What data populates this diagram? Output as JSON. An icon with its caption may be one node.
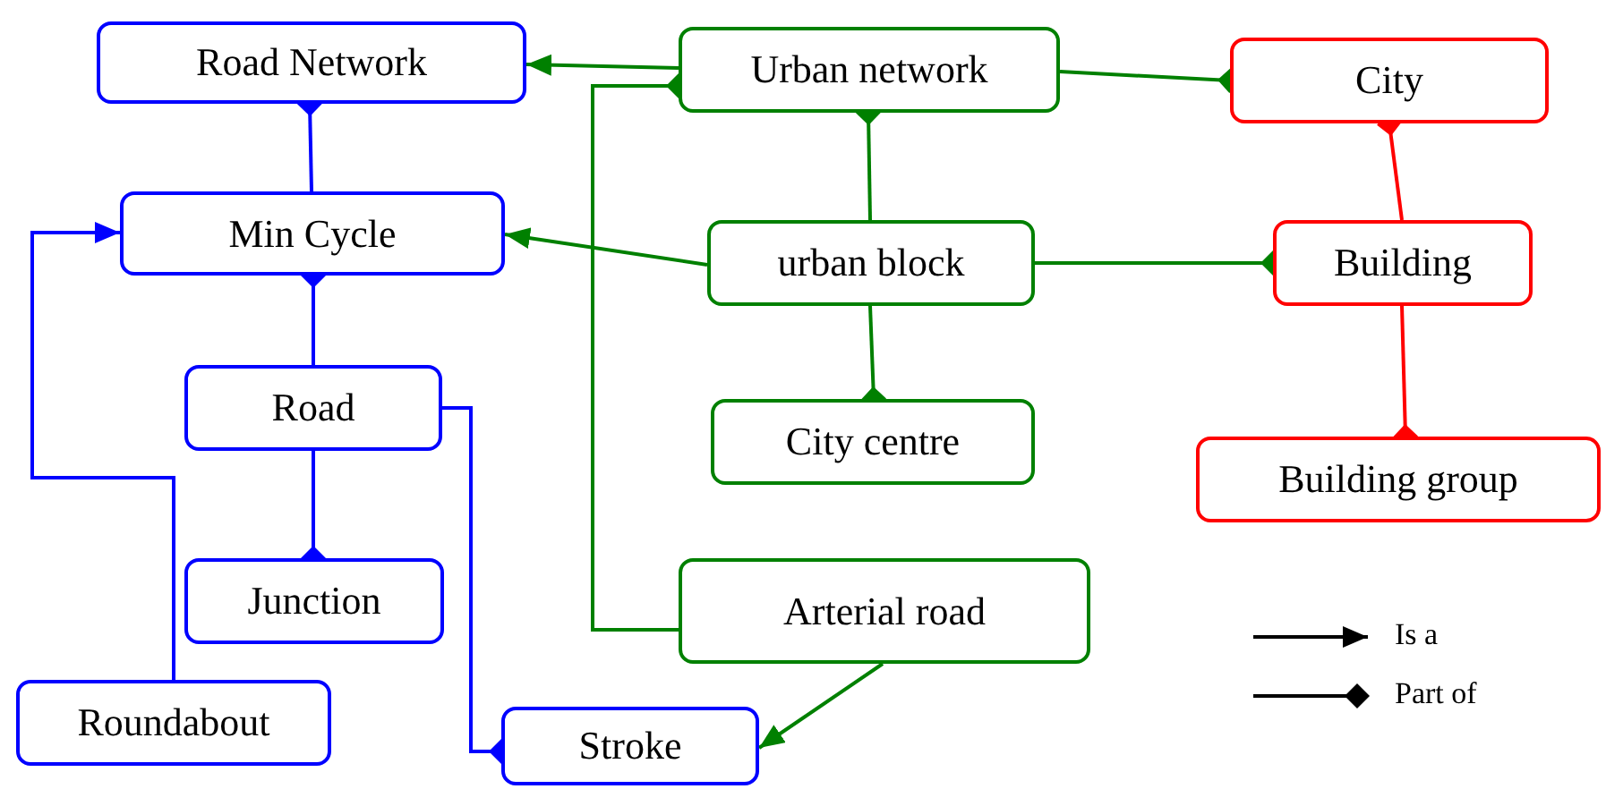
{
  "diagram": {
    "nodes": [
      {
        "text": [
          "Road Network"
        ]
      },
      {
        "text": [
          "Urban network"
        ]
      },
      {
        "text": [
          "City"
        ]
      },
      {
        "text": [
          "Min Cycle"
        ]
      },
      {
        "text": [
          "urban block"
        ]
      },
      {
        "text": [
          "Building"
        ]
      },
      {
        "text": [
          "Road"
        ]
      },
      {
        "text": [
          "City centre"
        ]
      },
      {
        "text": [
          "Building group"
        ]
      },
      {
        "text": [
          "Junction"
        ]
      },
      {
        "text": [
          "Arterial road"
        ]
      },
      {
        "text": [
          "Roundabout"
        ]
      },
      {
        "text": [
          "Stroke"
        ]
      }
    ],
    "edges": [
      {
        "from": 1,
        "to": 0,
        "arrow": "to"
      },
      {
        "from": 10,
        "to": 1,
        "arrow": "other"
      },
      {
        "from": 1,
        "to": 2,
        "arrow": "other"
      },
      {
        "from": 3,
        "to": 0,
        "arrow": "other",
        "color": "#0000ff"
      },
      {
        "from": 4,
        "to": 3,
        "arrow": "to"
      },
      {
        "from": 4,
        "to": 1,
        "arrow": "other"
      },
      {
        "from": 5,
        "to": 2,
        "arrow": "other",
        "color": "#ff0000"
      },
      {
        "from": 4,
        "to": 5,
        "arrow": "other"
      },
      {
        "from": 4,
        "to": 7,
        "arrow": "other"
      },
      {
        "from": 6,
        "to": 3,
        "arrow": "other",
        "color": "#0000ff"
      },
      {
        "from": 5,
        "to": 8,
        "arrow": "other",
        "color": "#ff0000"
      },
      {
        "from": 6,
        "to": 9,
        "arrow": "other",
        "color": "#0000ff"
      },
      {
        "from": 6,
        "to": 12,
        "arrow": "other",
        "color": "#0000ff"
      },
      {
        "from": 11,
        "to": 3,
        "arrow": "to",
        "color": "#0000ff"
      },
      {
        "from": 10,
        "to": 12,
        "arrow": "to"
      }
    ],
    "legend": [
      {
        "text": "Is a"
      },
      {
        "text": "Part of"
      }
    ]
  }
}
